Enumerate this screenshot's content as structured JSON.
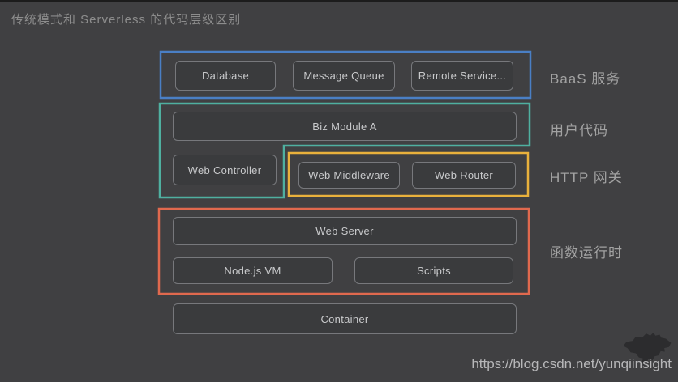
{
  "title": "传统模式和 Serverless 的代码层级区别",
  "watermark": "https://blog.csdn.net/yunqiinsight",
  "colors": {
    "background": "#404042",
    "baas_border": "#4a7fc5",
    "user_code_border": "#4fb0a0",
    "http_gateway_border": "#e9b13c",
    "runtime_border": "#e0694e",
    "inner_box_border": "#77787c",
    "inner_box_fill": "#3a3b3d",
    "box_text": "#c9cacc",
    "label_text": "#a2a2a2",
    "title_text": "#8d8d8d",
    "watermark_text": "#b7b7b9",
    "map_silhouette": "#2c2c2e"
  },
  "groups": {
    "baas": {
      "label": "BaaS 服务",
      "boxes": {
        "database": "Database",
        "message_queue": "Message Queue",
        "remote_service": "Remote Service..."
      }
    },
    "user_code": {
      "label": "用户代码",
      "boxes": {
        "biz_module": "Biz Module A",
        "web_controller": "Web Controller"
      }
    },
    "http_gateway": {
      "label": "HTTP 网关",
      "boxes": {
        "web_middleware": "Web Middleware",
        "web_router": "Web Router"
      }
    },
    "runtime": {
      "label": "函数运行时",
      "boxes": {
        "web_server": "Web Server",
        "nodejs_vm": "Node.js VM",
        "scripts": "Scripts"
      }
    },
    "container": {
      "label": "Container"
    }
  }
}
